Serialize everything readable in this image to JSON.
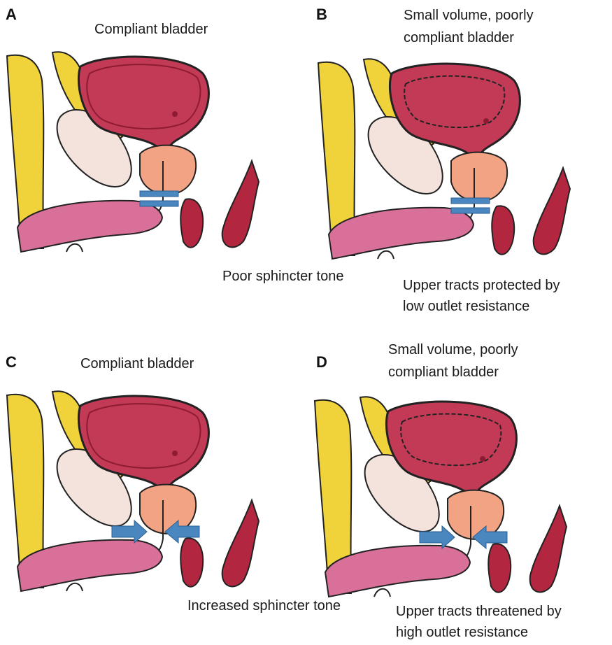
{
  "panels": [
    {
      "letter": "A",
      "title": "Compliant bladder",
      "compliance": "compliant",
      "sphincter": "poor-tone"
    },
    {
      "letter": "B",
      "title_line1": "Small volume, poorly",
      "title_line2": "compliant bladder",
      "compliance": "poorly-compliant",
      "sphincter": "poor-tone"
    },
    {
      "letter": "C",
      "title": "Compliant bladder",
      "compliance": "compliant",
      "sphincter": "increased-tone"
    },
    {
      "letter": "D",
      "title_line1": "Small volume, poorly",
      "title_line2": "compliant bladder",
      "compliance": "poorly-compliant",
      "sphincter": "increased-tone"
    }
  ],
  "annotations": {
    "top_middle": "Poor sphincter tone",
    "top_right_line1": "Upper tracts protected by",
    "top_right_line2": "low outlet resistance",
    "bottom_middle": "Increased sphincter tone",
    "bottom_right_line1": "Upper tracts threatened by",
    "bottom_right_line2": "high outlet resistance"
  },
  "colors": {
    "bone": "#f0d23a",
    "bladder": "#c23a55",
    "bladder_dark": "#8e1b33",
    "prostate": "#f2a384",
    "rectum": "#f4e3dc",
    "penis": "#d9709a",
    "bulb": "#b22640",
    "marker": "#4a86c0",
    "outline": "#222222"
  },
  "icons": {
    "clamp": "clamp-marker-icon",
    "arrow_right": "arrow-right-icon",
    "arrow_left": "arrow-left-icon"
  }
}
